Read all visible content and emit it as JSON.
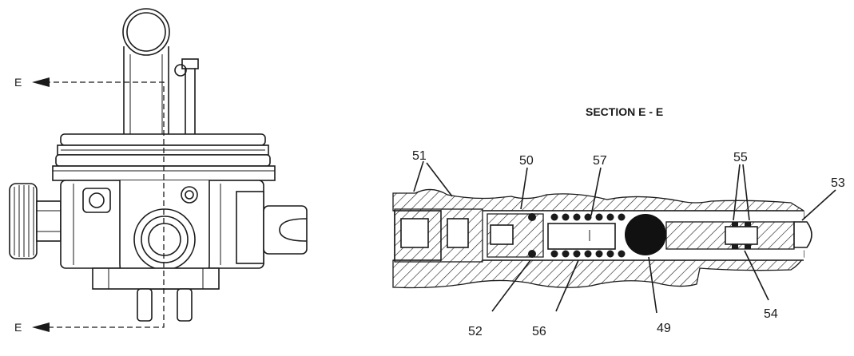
{
  "section_title": "SECTION  E - E",
  "section_arrows": [
    {
      "id": "top",
      "label": "E"
    },
    {
      "id": "bottom",
      "label": "E"
    }
  ],
  "callouts": [
    {
      "id": "c51",
      "label": "51"
    },
    {
      "id": "c50",
      "label": "50"
    },
    {
      "id": "c57",
      "label": "57"
    },
    {
      "id": "c55",
      "label": "55"
    },
    {
      "id": "c53",
      "label": "53"
    },
    {
      "id": "c52",
      "label": "52"
    },
    {
      "id": "c56",
      "label": "56"
    },
    {
      "id": "c49",
      "label": "49"
    },
    {
      "id": "c54",
      "label": "54"
    }
  ]
}
